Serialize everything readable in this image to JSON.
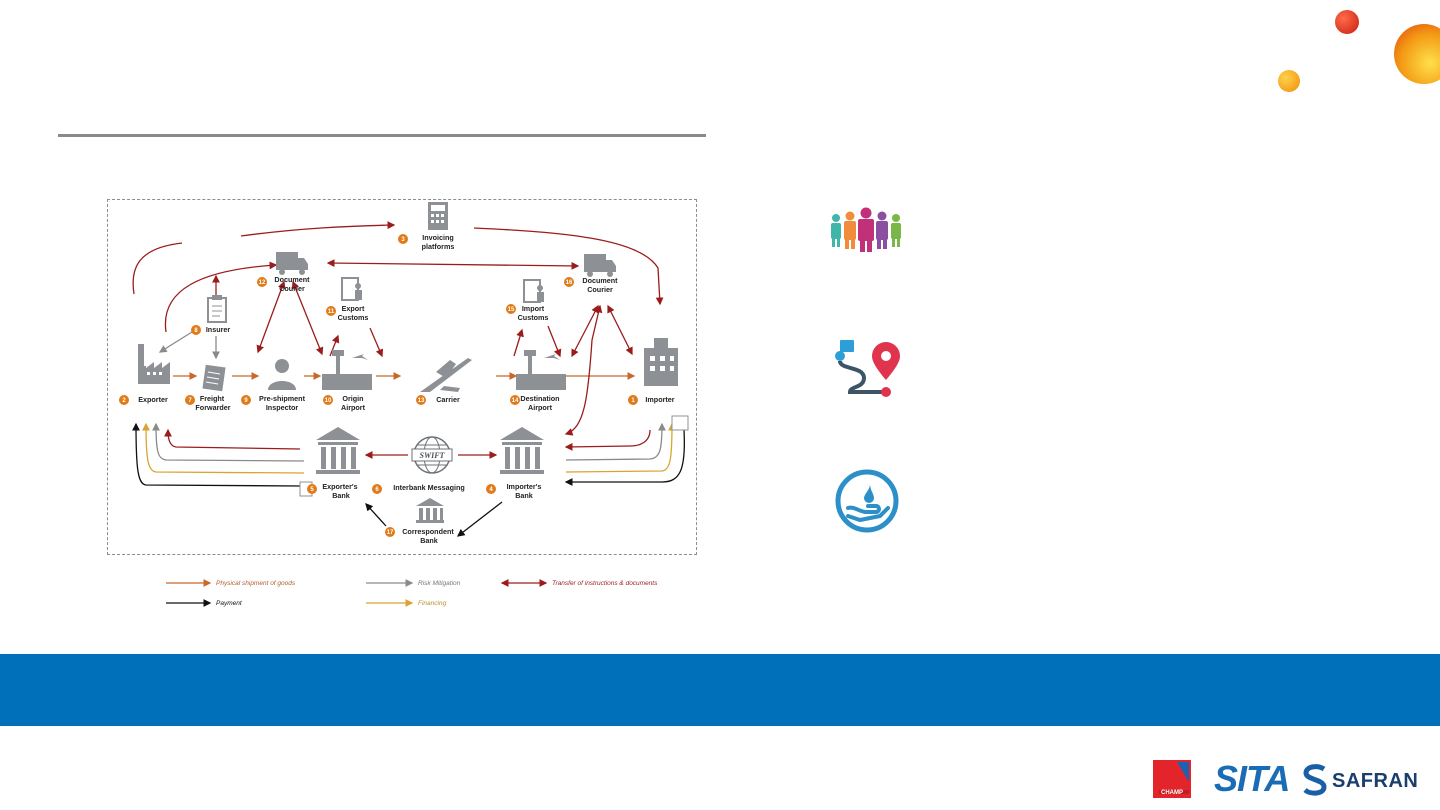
{
  "diagram": {
    "nodes": {
      "exporter": "Exporter",
      "freight_forwarder": [
        "Freight",
        "Forwarder"
      ],
      "preshipment_inspector": [
        "Pre-shipment",
        "Inspector"
      ],
      "origin_airport": [
        "Origin",
        "Airport"
      ],
      "carrier": "Carrier",
      "destination_airport": [
        "Destination",
        "Airport"
      ],
      "importer": "Importer",
      "insurer": "Insurer",
      "doc_courier_left": [
        "Document",
        "Courier"
      ],
      "doc_courier_right": [
        "Document",
        "Courier"
      ],
      "export_customs": [
        "Export",
        "Customs"
      ],
      "import_customs": [
        "Import",
        "Customs"
      ],
      "invoicing": [
        "Invoicing",
        "platforms"
      ],
      "exporters_bank": [
        "Exporter's",
        "Bank"
      ],
      "importers_bank": [
        "Importer's",
        "Bank"
      ],
      "interbank": "Interbank Messaging",
      "correspondent": [
        "Correspondent",
        "Bank"
      ],
      "swift": "SWIFT"
    },
    "numbers": {
      "exporter": "2",
      "freight_forwarder": "7",
      "preshipment_inspector": "9",
      "origin_airport": "10",
      "carrier": "13",
      "destination_airport": "14",
      "importer": "1",
      "insurer": "8",
      "doc_courier_left": "12",
      "doc_courier_right": "16",
      "export_customs": "11",
      "import_customs": "15",
      "invoicing": "3",
      "exporters_bank": "5",
      "interbank": "6",
      "importers_bank": "4",
      "correspondent": "17"
    },
    "legend": {
      "physical": "Physical shipment of goods",
      "risk": "Risk Mitigation",
      "transfer": "Transfer of instructions & documents",
      "payment": "Payment",
      "financing": "Financing"
    }
  },
  "side_icons": [
    "people-group-icon",
    "route-map-pin-icon",
    "hand-care-icon"
  ],
  "logos": {
    "champ": "CHAMP",
    "sita": "SITA",
    "safran": "SAFRAN"
  },
  "colors": {
    "physical": "#c8692a",
    "risk": "#8a8a8a",
    "transfer": "#9b1c1c",
    "payment": "#111111",
    "financing": "#d8a530",
    "badge": "#e07b1a",
    "band": "#0070bb",
    "icon_gray": "#8d9196"
  }
}
